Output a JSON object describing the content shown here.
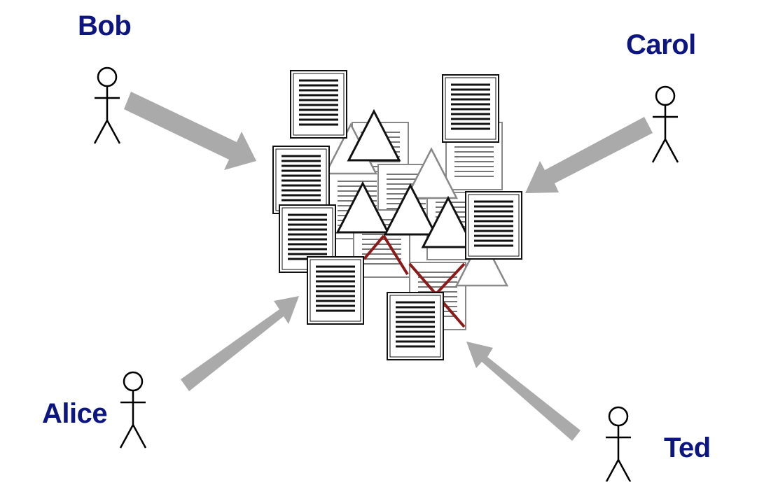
{
  "people": [
    {
      "id": "bob",
      "name": "Bob"
    },
    {
      "id": "carol",
      "name": "Carol"
    },
    {
      "id": "alice",
      "name": "Alice"
    },
    {
      "id": "ted",
      "name": "Ted"
    }
  ],
  "colors": {
    "name_text": "#0d1680",
    "arrow": "#aaaaaa",
    "link_line": "#8b1a1a",
    "faded_outline": "#888888",
    "outline": "#111111",
    "doc_lines": "#111111",
    "faded_doc_lines": "#777777"
  },
  "icons": {
    "person": "stick-figure-icon",
    "document": "document-icon",
    "model": "triangle-icon",
    "arrow": "block-arrow-icon"
  }
}
